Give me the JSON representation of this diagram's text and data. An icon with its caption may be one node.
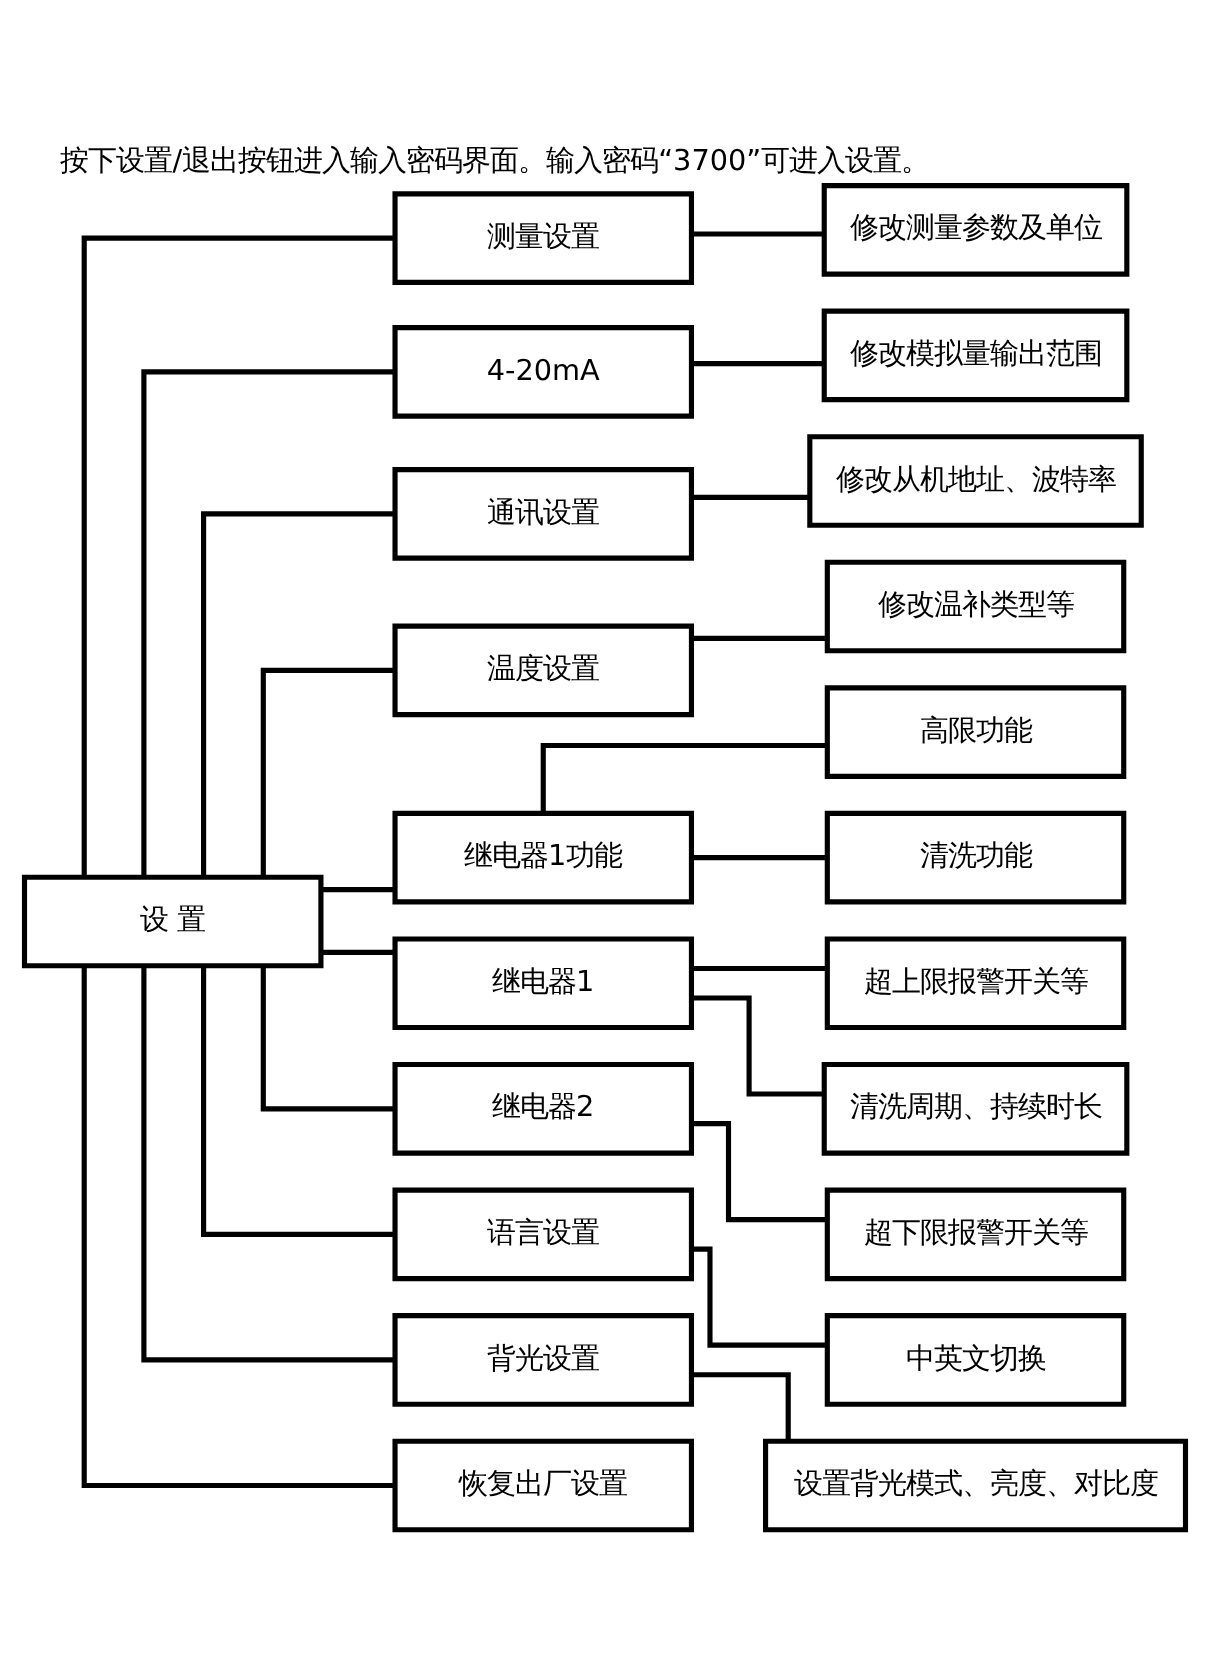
{
  "diagram": {
    "title": "按下设置/退出按钮进入输入密码界面。输入密码“3700”可进入设置。",
    "nodes": [
      {
        "text": [
          "设 置"
        ]
      },
      {
        "text": [
          "测量设置"
        ]
      },
      {
        "text": [
          "修改测量参数及单位"
        ]
      },
      {
        "text": [
          "4-20mA"
        ]
      },
      {
        "text": [
          "修改模拟量输出范围"
        ]
      },
      {
        "text": [
          "通讯设置"
        ]
      },
      {
        "text": [
          "修改从机地址、波特率"
        ]
      },
      {
        "text": [
          "温度设置"
        ]
      },
      {
        "text": [
          "修改温补类型等"
        ]
      },
      {
        "text": [
          "继电器1功能"
        ]
      },
      {
        "text": [
          "高限功能"
        ]
      },
      {
        "text": [
          "清洗功能"
        ]
      },
      {
        "text": [
          "继电器1"
        ]
      },
      {
        "text": [
          "超上限报警开关等"
        ]
      },
      {
        "text": [
          "清洗周期、持续时长"
        ]
      },
      {
        "text": [
          "继电器2"
        ]
      },
      {
        "text": [
          "超下限报警开关等"
        ]
      },
      {
        "text": [
          "语言设置"
        ]
      },
      {
        "text": [
          "中英文切换"
        ]
      },
      {
        "text": [
          "背光设置"
        ]
      },
      {
        "text": [
          "设置背光模式、亮度、对比度"
        ]
      },
      {
        "text": [
          "恢复出厂设置"
        ]
      }
    ],
    "edges": [
      {
        "from": 0,
        "to": 1,
        "arrow": "none"
      },
      {
        "from": 0,
        "to": 3,
        "arrow": "none"
      },
      {
        "from": 0,
        "to": 5,
        "arrow": "none"
      },
      {
        "from": 0,
        "to": 7,
        "arrow": "none"
      },
      {
        "from": 0,
        "to": 9,
        "arrow": "none"
      },
      {
        "from": 0,
        "to": 12,
        "arrow": "none"
      },
      {
        "from": 0,
        "to": 15,
        "arrow": "none"
      },
      {
        "from": 0,
        "to": 17,
        "arrow": "none"
      },
      {
        "from": 0,
        "to": 19,
        "arrow": "none"
      },
      {
        "from": 0,
        "to": 21,
        "arrow": "none"
      },
      {
        "from": 1,
        "to": 2,
        "arrow": "none"
      },
      {
        "from": 3,
        "to": 4,
        "arrow": "none"
      },
      {
        "from": 5,
        "to": 6,
        "arrow": "none"
      },
      {
        "from": 7,
        "to": 8,
        "arrow": "none"
      },
      {
        "from": 9,
        "to": 10,
        "arrow": "none"
      },
      {
        "from": 9,
        "to": 11,
        "arrow": "none"
      },
      {
        "from": 12,
        "to": 13,
        "arrow": "none"
      },
      {
        "from": 12,
        "to": 14,
        "arrow": "none"
      },
      {
        "from": 15,
        "to": 16,
        "arrow": "none"
      },
      {
        "from": 17,
        "to": 18,
        "arrow": "none"
      },
      {
        "from": 19,
        "to": 20,
        "arrow": "none"
      }
    ]
  }
}
